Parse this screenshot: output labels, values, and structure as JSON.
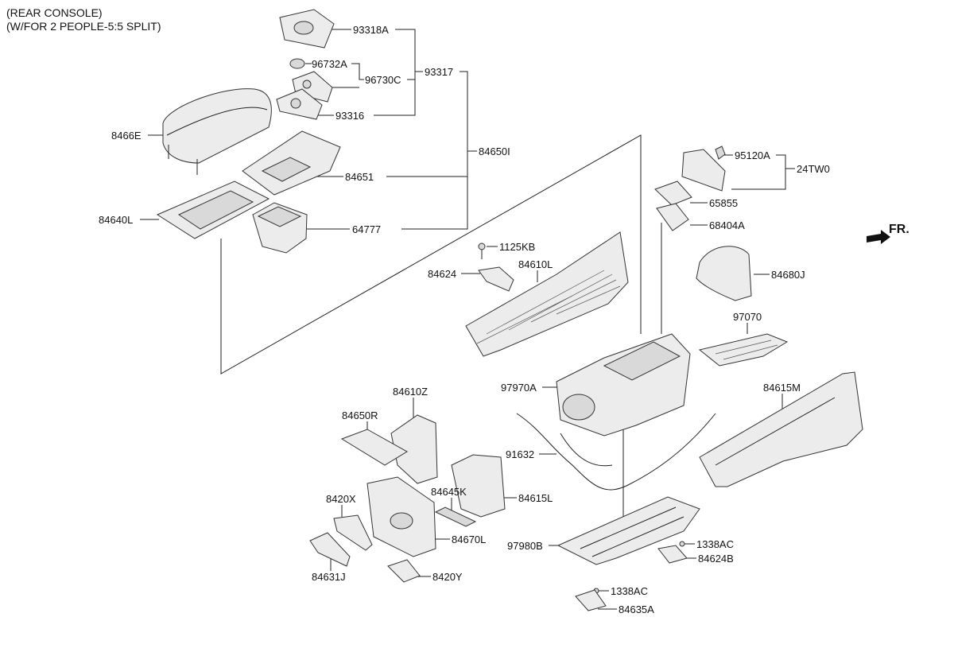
{
  "title": {
    "line1": "(REAR CONSOLE)",
    "line2": "(W/FOR 2 PEOPLE-5:5 SPLIT)"
  },
  "direction_label": "FR.",
  "parts": [
    "93318A",
    "96732A",
    "96730C",
    "93317",
    "93316",
    "8466E",
    "84650I",
    "84651",
    "84640L",
    "64777",
    "95120A",
    "24TW0",
    "65855",
    "68404A",
    "1125KB",
    "84610L",
    "84624",
    "84680J",
    "97070",
    "97970A",
    "84615M",
    "84610Z",
    "84650R",
    "91632",
    "84645K",
    "84615L",
    "8420X",
    "84670L",
    "97980B",
    "1338AC",
    "84624B",
    "84631J",
    "8420Y",
    "1338AC",
    "84635A"
  ]
}
